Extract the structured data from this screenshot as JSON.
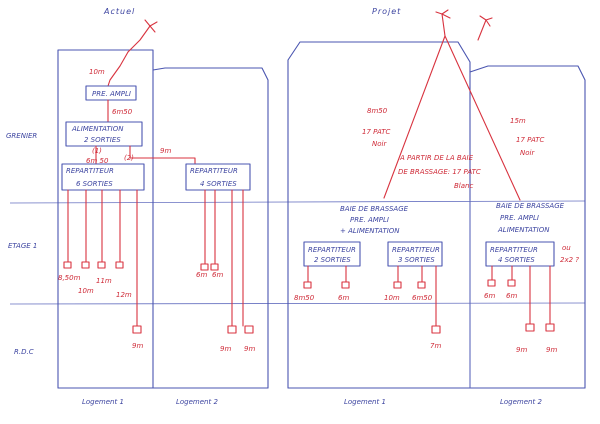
{
  "headings": {
    "actual": "Actuel",
    "project": "Projet"
  },
  "floors": {
    "attic": "GRENIER",
    "floor1": "ETAGE 1",
    "ground": "R.D.C"
  },
  "housing": {
    "actual_1": "Logement 1",
    "actual_2": "Logement 2",
    "project_1": "Logement 1",
    "project_2": "Logement 2"
  },
  "actual": {
    "cable_antenna": "10m",
    "preampli": "PRE. AMPLI",
    "cable_preampli": "6m50",
    "feed": [
      "ALIMENTATION",
      "2 SORTIES"
    ],
    "feed_marks": [
      "(1)",
      "(2)"
    ],
    "cable_feed": "6m 50",
    "splitter1": [
      "REPARTITEUR",
      "6 SORTIES"
    ],
    "splitter2": [
      "REPARTITEUR",
      "4 SORTIES"
    ],
    "cable_split2": "9m",
    "drops1": [
      "8,50m",
      "10m",
      "11m",
      "12m"
    ],
    "drops2": [
      "6m",
      "6m"
    ],
    "ground1": "9m",
    "ground2a": "9m",
    "ground2b": "9m"
  },
  "project": {
    "left_cable": [
      "8m50",
      "17 PATC",
      "Noir"
    ],
    "right_cable": [
      "15m",
      "17 PATC",
      "Noir"
    ],
    "center_note": [
      "A PARTIR DE LA BAIE",
      "DE BRASSAGE: 17 PATC",
      "Blanc"
    ],
    "bay1": [
      "BAIE DE BRASSAGE",
      "PRE. AMPLI",
      "+ ALIMENTATION"
    ],
    "bay2": [
      "BAIE DE BRASSAGE",
      "PRE. AMPLI",
      "ALIMENTATION"
    ],
    "splitA": [
      "REPARTITEUR",
      "2 SORTIES"
    ],
    "splitB": [
      "REPARTITEUR",
      "3 SORTIES"
    ],
    "splitC": [
      "REPARTITEUR",
      "4 SORTIES"
    ],
    "question": [
      "ou",
      "2x2 ?"
    ],
    "dropsA": [
      "8m50",
      "6m"
    ],
    "dropsB": [
      "10m",
      "6m50"
    ],
    "dropsC": [
      "6m",
      "6m"
    ],
    "groundB": "7m",
    "groundC": [
      "9m",
      "9m"
    ]
  }
}
